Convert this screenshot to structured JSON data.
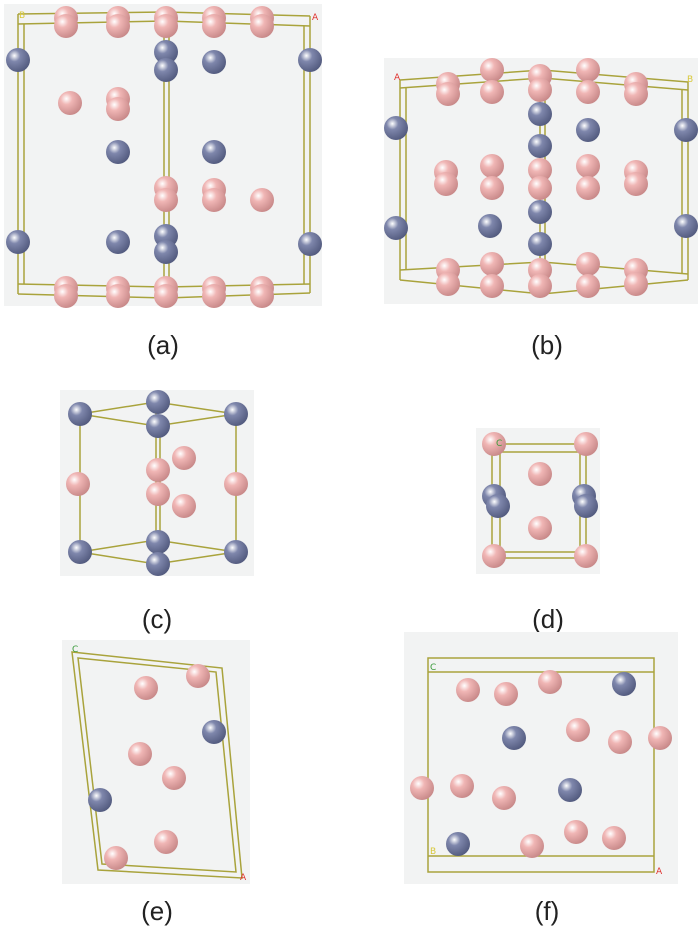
{
  "colors": {
    "pink_atom": "#f0b6b5",
    "pink_atom_dark": "#c98a8a",
    "blue_atom": "#7f87ac",
    "blue_atom_dark": "#545c80",
    "cell_edge": "#a9a33c",
    "axis_a": "#e0322f",
    "axis_b": "#d8c83a",
    "axis_c": "#3a9a3a"
  },
  "panels": [
    {
      "id": "a",
      "caption": "(a)",
      "axis_labels": [
        "B",
        "A"
      ]
    },
    {
      "id": "b",
      "caption": "(b)",
      "axis_labels": [
        "A",
        "B"
      ]
    },
    {
      "id": "c",
      "caption": "(c)",
      "axis_labels": []
    },
    {
      "id": "d",
      "caption": "(d)",
      "axis_labels": [
        "C"
      ]
    },
    {
      "id": "e",
      "caption": "(e)",
      "axis_labels": [
        "C",
        "A"
      ]
    },
    {
      "id": "f",
      "caption": "(f)",
      "axis_labels": [
        "C",
        "B",
        "A"
      ]
    }
  ]
}
